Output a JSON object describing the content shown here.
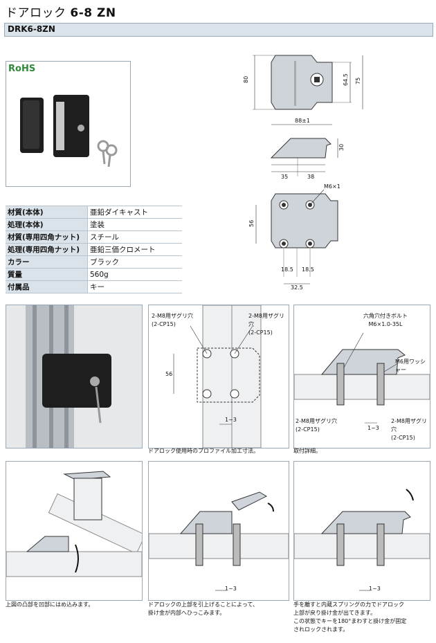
{
  "header": {
    "title_jp": "ドアロック",
    "title_model": "6-8 ZN",
    "part_no": "DRK6-8ZN"
  },
  "rohs": "RoHS",
  "specs": [
    {
      "k": "材質(本体)",
      "v": "亜鉛ダイキャスト"
    },
    {
      "k": "処理(本体)",
      "v": "塗装"
    },
    {
      "k": "材質(専用四角ナット)",
      "v": "スチール"
    },
    {
      "k": "処理(専用四角ナット)",
      "v": "亜鉛三価クロメート"
    },
    {
      "k": "カラー",
      "v": "ブラック"
    },
    {
      "k": "質量",
      "v": "560g"
    },
    {
      "k": "付属品",
      "v": "キー"
    }
  ],
  "dims": {
    "front": {
      "h80": "80",
      "h64": "64.5",
      "h75": "75",
      "w88": "88±1"
    },
    "side": {
      "h30": "30",
      "w35": "35",
      "w38": "38"
    },
    "bottom": {
      "m6": "M6×1",
      "h56": "56",
      "w185a": "18.5",
      "w185b": "18.5",
      "w325": "32.5"
    }
  },
  "panels": {
    "p2": {
      "l1": "2-M8用ザグリ穴",
      "l1b": "(2-CP15)",
      "l2": "2-M8用ザグリ穴",
      "l2b": "(2-CP15)",
      "d56": "56",
      "d13": "1~3",
      "caption": "ドアロック使用時のプロファイル加工寸法。"
    },
    "p3": {
      "bolt1": "六角穴付きボルト",
      "bolt2": "M6×1.0-35L",
      "washer": "M6用ワッシャー",
      "l1": "2-M8用ザグリ穴",
      "l1b": "(2-CP15)",
      "l2": "2-M8用ザグリ穴",
      "l2b": "(2-CP15)",
      "d13": "1~3",
      "caption": "取付詳細。"
    },
    "p4": {
      "caption": "上図の凸部を凹部にはめ込みます。"
    },
    "p5": {
      "d13": "1~3",
      "caption1": "ドアロックの上部を引上げることによって、",
      "caption2": "掛け金が内部へひっこみます。"
    },
    "p6": {
      "d13": "1~3",
      "caption1": "手を離すと内蔵スプリングの力でドアロック",
      "caption2": "上部が戻り掛け金が出てきます。",
      "caption3": "この状態でキーを180°まわすと掛け金が固定",
      "caption4": "されロックされます。"
    }
  },
  "colors": {
    "header_bar": "#dbe3ea",
    "border": "#9aa8b5",
    "part_gray": "#cfd4da",
    "black_part": "#1e1e1e",
    "rohs": "#2f8a3a"
  }
}
